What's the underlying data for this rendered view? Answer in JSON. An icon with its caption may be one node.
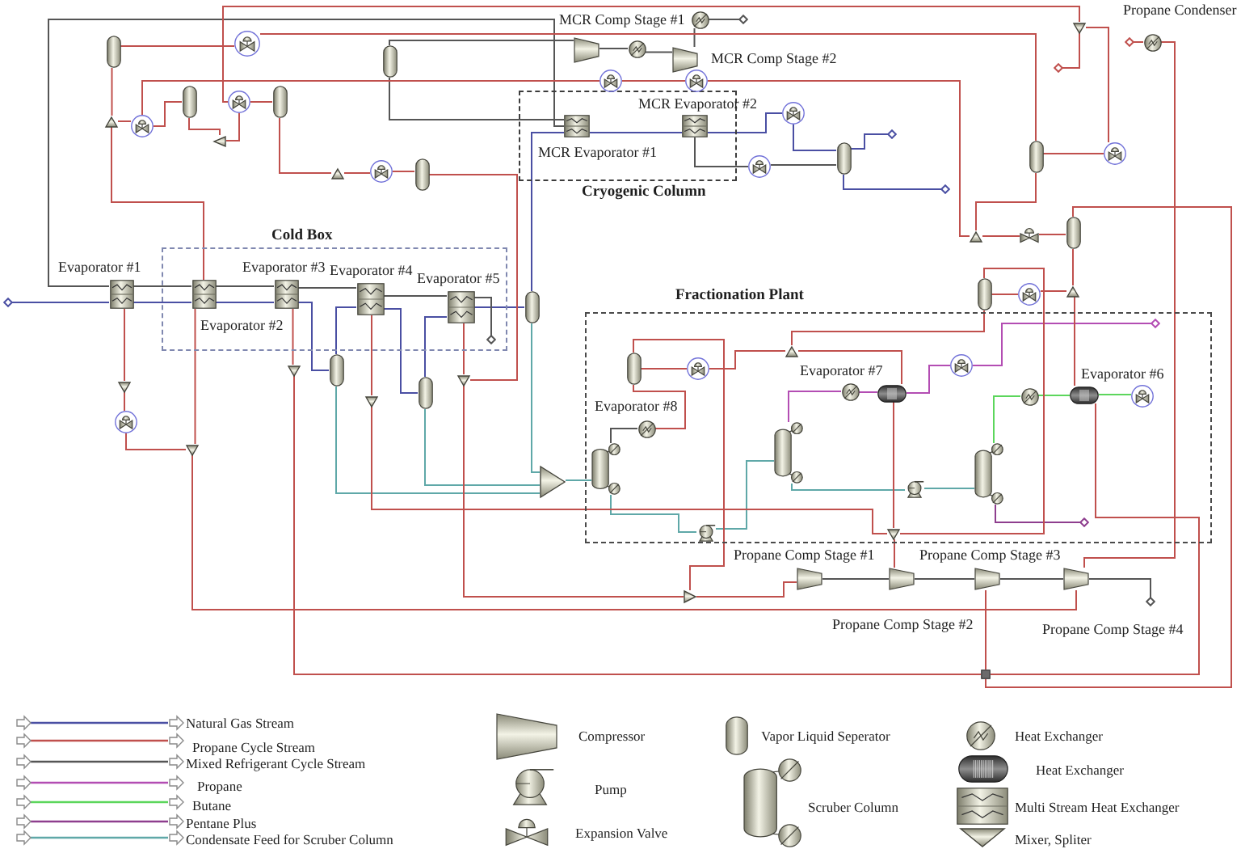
{
  "diagram": {
    "nodes": [
      {
        "text": [],
        "shape": "cylinder"
      },
      {
        "text": [],
        "shape": "valve"
      },
      {
        "text": [],
        "shape": "compressor",
        "beside": [
          "MCR Comp Stage #1"
        ]
      },
      {
        "text": [],
        "shape": "circle"
      },
      {
        "text": [],
        "shape": "circle"
      },
      {
        "text": [],
        "shape": "compressor",
        "beside": [
          "MCR Comp Stage #2"
        ]
      },
      {
        "text": [],
        "shape": "triangle"
      },
      {
        "text": [],
        "shape": "circle",
        "beside": [
          "Propane Condenser"
        ]
      },
      {
        "text": [],
        "shape": "cylinder"
      },
      {
        "text": [
          "Cryogenic Column"
        ]
      },
      {
        "text": [],
        "shape": "exchanger",
        "in": 9,
        "beside": [
          "MCR Evaporator #1"
        ]
      },
      {
        "text": [],
        "shape": "exchanger",
        "in": 9,
        "beside": [
          "MCR Evaporator #2"
        ]
      },
      {
        "text": [],
        "shape": "valve"
      },
      {
        "text": [],
        "shape": "valve"
      },
      {
        "text": [],
        "shape": "cylinder"
      },
      {
        "text": [],
        "shape": "valve"
      },
      {
        "text": [],
        "shape": "cylinder"
      },
      {
        "text": [],
        "shape": "valve"
      },
      {
        "text": [],
        "shape": "triangle"
      },
      {
        "text": [],
        "shape": "valve"
      },
      {
        "text": [],
        "shape": "triangle"
      },
      {
        "text": [],
        "shape": "cylinder"
      },
      {
        "text": [],
        "shape": "valve"
      },
      {
        "text": [],
        "shape": "cylinder"
      },
      {
        "text": [],
        "shape": "valve"
      },
      {
        "text": [],
        "shape": "triangle"
      },
      {
        "text": [],
        "shape": "valve"
      },
      {
        "text": [],
        "shape": "cylinder"
      },
      {
        "text": [],
        "shape": "triangle"
      },
      {
        "text": [],
        "shape": "valve"
      },
      {
        "text": [],
        "shape": "cylinder"
      },
      {
        "text": [
          "Cold Box"
        ]
      },
      {
        "text": [],
        "shape": "exchanger",
        "beside": [
          "Evaporator #1"
        ]
      },
      {
        "text": [],
        "shape": "exchanger",
        "in": 31,
        "beside": [
          "Evaporator #2"
        ]
      },
      {
        "text": [],
        "shape": "exchanger",
        "in": 31,
        "beside": [
          "Evaporator #3"
        ]
      },
      {
        "text": [],
        "shape": "exchanger",
        "in": 31,
        "beside": [
          "Evaporator #4"
        ]
      },
      {
        "text": [],
        "shape": "exchanger",
        "in": 31,
        "beside": [
          "Evaporator #5"
        ]
      },
      {
        "text": [],
        "shape": "cylinder"
      },
      {
        "text": [],
        "shape": "valve"
      },
      {
        "text": [],
        "shape": "triangle"
      },
      {
        "text": [],
        "shape": "cylinder"
      },
      {
        "text": [
          "Fractionation Plant"
        ]
      },
      {
        "text": [],
        "shape": "cylinder",
        "in": 41
      },
      {
        "text": [],
        "shape": "valve",
        "in": 41
      },
      {
        "text": [],
        "shape": "triangle",
        "in": 41
      },
      {
        "text": [],
        "shape": "circle",
        "in": 41,
        "beside": [
          "Evaporator #8"
        ]
      },
      {
        "text": [],
        "shape": "circle",
        "in": 41
      },
      {
        "text": [],
        "shape": "drum",
        "in": 41,
        "beside": [
          "Evaporator #7"
        ]
      },
      {
        "text": [],
        "shape": "valve",
        "in": 41
      },
      {
        "text": [],
        "shape": "circle",
        "in": 41
      },
      {
        "text": [],
        "shape": "drum",
        "in": 41,
        "beside": [
          "Evaporator #6"
        ]
      },
      {
        "text": [],
        "shape": "valve",
        "in": 41
      },
      {
        "text": [],
        "shape": "column",
        "in": 41
      },
      {
        "text": [],
        "shape": "column",
        "in": 41
      },
      {
        "text": [],
        "shape": "pump",
        "in": 41
      },
      {
        "text": [],
        "shape": "column",
        "in": 41
      },
      {
        "text": [],
        "shape": "pump",
        "in": 41
      },
      {
        "text": [],
        "shape": "triangle",
        "in": 41
      },
      {
        "text": [],
        "shape": "triangle"
      },
      {
        "text": [],
        "shape": "triangle"
      },
      {
        "text": [],
        "shape": "cylinder"
      },
      {
        "text": [],
        "shape": "triangle"
      },
      {
        "text": [],
        "shape": "cylinder"
      },
      {
        "text": [],
        "shape": "triangle"
      },
      {
        "text": [],
        "shape": "valve"
      },
      {
        "text": [],
        "shape": "triangle"
      },
      {
        "text": [],
        "shape": "triangle"
      },
      {
        "text": [],
        "shape": "compressor",
        "beside": [
          "Propane Comp Stage #1"
        ]
      },
      {
        "text": [],
        "shape": "compressor",
        "beside": [
          "Propane Comp Stage #2"
        ]
      },
      {
        "text": [],
        "shape": "compressor",
        "beside": [
          "Propane Comp Stage #3"
        ]
      },
      {
        "text": [],
        "shape": "compressor",
        "beside": [
          "Propane Comp Stage #4"
        ]
      },
      {
        "text": [],
        "shape": "triangle"
      },
      {
        "text": [],
        "shape": "box"
      }
    ],
    "edges": [
      {
        "from": null,
        "to": 32,
        "arrow": "other",
        "color": "#4a4fa3"
      },
      {
        "from": 32,
        "to": 33,
        "arrow": "none",
        "color": "#4a4fa3"
      },
      {
        "from": 33,
        "to": 34,
        "arrow": "none",
        "color": "#4a4fa3"
      },
      {
        "from": 34,
        "to": 60,
        "arrow": "none",
        "color": "#4a4fa3"
      },
      {
        "from": 60,
        "to": 35,
        "arrow": "none",
        "color": "#4a4fa3"
      },
      {
        "from": 35,
        "to": 62,
        "arrow": "none",
        "color": "#4a4fa3"
      },
      {
        "from": 62,
        "to": 36,
        "arrow": "none",
        "color": "#4a4fa3"
      },
      {
        "from": 36,
        "to": 40,
        "arrow": "none",
        "color": "#4a4fa3"
      },
      {
        "from": 40,
        "to": 10,
        "arrow": "none",
        "color": "#4a4fa3"
      },
      {
        "from": 10,
        "to": 11,
        "arrow": "none",
        "color": "#4a4fa3"
      },
      {
        "from": 11,
        "to": 17,
        "arrow": "none",
        "color": "#4a4fa3"
      },
      {
        "from": 17,
        "to": 23,
        "arrow": "none",
        "color": "#4a4fa3"
      },
      {
        "from": 23,
        "to": null,
        "arrow": "other",
        "color": "#4a4fa3"
      },
      {
        "from": 23,
        "to": null,
        "arrow": "other",
        "color": "#4a4fa3"
      },
      {
        "from": 32,
        "to": 33,
        "arrow": "none",
        "color": "#555555"
      },
      {
        "from": 33,
        "to": 34,
        "arrow": "none",
        "color": "#555555"
      },
      {
        "from": 34,
        "to": 35,
        "arrow": "none",
        "color": "#555555"
      },
      {
        "from": 35,
        "to": 36,
        "arrow": "none",
        "color": "#555555"
      },
      {
        "from": 36,
        "to": null,
        "arrow": "other",
        "color": "#555555"
      },
      {
        "from": 10,
        "to": 32,
        "arrow": "none",
        "color": "#555555"
      },
      {
        "from": 10,
        "to": 8,
        "arrow": "none",
        "color": "#555555"
      },
      {
        "from": 8,
        "to": 2,
        "arrow": "none",
        "color": "#555555"
      },
      {
        "from": 2,
        "to": 4,
        "arrow": "none",
        "color": "#555555"
      },
      {
        "from": 4,
        "to": 5,
        "arrow": "none",
        "color": "#555555"
      },
      {
        "from": 5,
        "to": 3,
        "arrow": "none",
        "color": "#555555"
      },
      {
        "from": 3,
        "to": null,
        "arrow": "other",
        "color": "#555555"
      },
      {
        "from": 11,
        "to": 24,
        "arrow": "none",
        "color": "#555555"
      },
      {
        "from": 24,
        "to": 23,
        "arrow": "none",
        "color": "#555555"
      },
      {
        "from": 52,
        "to": 45,
        "arrow": "none",
        "color": "#555555"
      },
      {
        "from": 67,
        "to": 68,
        "arrow": "none",
        "color": "#555555"
      },
      {
        "from": 68,
        "to": 69,
        "arrow": "none",
        "color": "#555555"
      },
      {
        "from": 69,
        "to": 70,
        "arrow": "none",
        "color": "#555555"
      },
      {
        "from": 70,
        "to": null,
        "arrow": "other",
        "color": "#555555"
      },
      {
        "from": 60,
        "to": 66,
        "arrow": "none",
        "color": "#5fa8a8"
      },
      {
        "from": 62,
        "to": 66,
        "arrow": "none",
        "color": "#5fa8a8"
      },
      {
        "from": 40,
        "to": 66,
        "arrow": "none",
        "color": "#5fa8a8"
      },
      {
        "from": 66,
        "to": 52,
        "arrow": "none",
        "color": "#5fa8a8"
      },
      {
        "from": 52,
        "to": 56,
        "arrow": "none",
        "color": "#5fa8a8"
      },
      {
        "from": 56,
        "to": 53,
        "arrow": "none",
        "color": "#5fa8a8"
      },
      {
        "from": 53,
        "to": 54,
        "arrow": "none",
        "color": "#5fa8a8"
      },
      {
        "from": 54,
        "to": 55,
        "arrow": "none",
        "color": "#5fa8a8"
      },
      {
        "from": 53,
        "to": 46,
        "arrow": "none",
        "color": "#b34db3"
      },
      {
        "from": 46,
        "to": 47,
        "arrow": "none",
        "color": "#b34db3"
      },
      {
        "from": 47,
        "to": 48,
        "arrow": "none",
        "color": "#b34db3"
      },
      {
        "from": 48,
        "to": null,
        "arrow": "other",
        "color": "#b34db3"
      },
      {
        "from": 55,
        "to": 49,
        "arrow": "none",
        "color": "#5cd65c"
      },
      {
        "from": 49,
        "to": 50,
        "arrow": "none",
        "color": "#5cd65c"
      },
      {
        "from": 50,
        "to": 51,
        "arrow": "none",
        "color": "#5cd65c"
      },
      {
        "from": 55,
        "to": null,
        "arrow": "other",
        "color": "#8e3e8e"
      },
      {
        "from": 0,
        "to": 1,
        "arrow": "none"
      },
      {
        "from": 1,
        "to": 21,
        "arrow": "none"
      },
      {
        "from": 0,
        "to": 18,
        "arrow": "none"
      },
      {
        "from": 18,
        "to": 19,
        "arrow": "none"
      },
      {
        "from": 18,
        "to": 33,
        "arrow": "none"
      },
      {
        "from": 19,
        "to": 14,
        "arrow": "none"
      },
      {
        "from": 13,
        "to": 19,
        "arrow": "none"
      },
      {
        "from": 12,
        "to": 13,
        "arrow": "none"
      },
      {
        "from": 28,
        "to": 12,
        "arrow": "none"
      },
      {
        "from": 14,
        "to": 20,
        "arrow": "none"
      },
      {
        "from": 20,
        "to": 15,
        "arrow": "none"
      },
      {
        "from": 6,
        "to": 15,
        "arrow": "none"
      },
      {
        "from": 15,
        "to": 16,
        "arrow": "none"
      },
      {
        "from": 16,
        "to": 25,
        "arrow": "none"
      },
      {
        "from": 25,
        "to": 26,
        "arrow": "none"
      },
      {
        "from": 26,
        "to": 27,
        "arrow": "none"
      },
      {
        "from": 27,
        "to": 61,
        "arrow": "none"
      },
      {
        "from": 21,
        "to": 22,
        "arrow": "none"
      },
      {
        "from": 22,
        "to": 6,
        "arrow": "none"
      },
      {
        "from": 6,
        "to": null,
        "arrow": "other"
      },
      {
        "from": 21,
        "to": 28,
        "arrow": "none"
      },
      {
        "from": 28,
        "to": 29,
        "arrow": "none"
      },
      {
        "from": 29,
        "to": 30,
        "arrow": "none"
      },
      {
        "from": 30,
        "to": 72,
        "arrow": "none"
      },
      {
        "from": 30,
        "to": 39,
        "arrow": "none"
      },
      {
        "from": 37,
        "to": 38,
        "arrow": "none"
      },
      {
        "from": 38,
        "to": 39,
        "arrow": "none"
      },
      {
        "from": 39,
        "to": 50,
        "arrow": "none"
      },
      {
        "from": 50,
        "to": 72,
        "arrow": "none"
      },
      {
        "from": 37,
        "to": 57,
        "arrow": "none"
      },
      {
        "from": 37,
        "to": 44,
        "arrow": "none"
      },
      {
        "from": 44,
        "to": 43,
        "arrow": "none"
      },
      {
        "from": 44,
        "to": 47,
        "arrow": "none"
      },
      {
        "from": 43,
        "to": 42,
        "arrow": "none"
      },
      {
        "from": 42,
        "to": 45,
        "arrow": "none"
      },
      {
        "from": 42,
        "to": 71,
        "arrow": "none"
      },
      {
        "from": 47,
        "to": 57,
        "arrow": "none"
      },
      {
        "from": 57,
        "to": 68,
        "arrow": "none"
      },
      {
        "from": 71,
        "to": 67,
        "arrow": "none"
      },
      {
        "from": 72,
        "to": 69,
        "arrow": "none"
      },
      {
        "from": 65,
        "to": 70,
        "arrow": "none"
      },
      {
        "from": 70,
        "to": 7,
        "arrow": "none"
      },
      {
        "from": 7,
        "to": null,
        "arrow": "other"
      },
      {
        "from": 32,
        "to": 58,
        "arrow": "none"
      },
      {
        "from": 58,
        "to": 64,
        "arrow": "none"
      },
      {
        "from": 64,
        "to": 65,
        "arrow": "none"
      },
      {
        "from": 33,
        "to": 65,
        "arrow": "none"
      },
      {
        "from": 34,
        "to": 59,
        "arrow": "none"
      },
      {
        "from": 35,
        "to": 63,
        "arrow": "none"
      },
      {
        "from": 36,
        "to": 61,
        "arrow": "none"
      },
      {
        "from": 59,
        "to": 72,
        "arrow": "none"
      },
      {
        "from": 63,
        "to": 57,
        "arrow": "none"
      },
      {
        "from": 61,
        "to": 71,
        "arrow": "none"
      }
    ],
    "legend": [
      {
        "text": "Natural Gas Stream",
        "color": "#4a4fa3"
      },
      {
        "text": "Propane Cycle Stream",
        "color": "#c0504d"
      },
      {
        "text": "Mixed Refrigerant Cycle Stream",
        "color": "#555555"
      },
      {
        "text": "Propane",
        "color": "#b34db3"
      },
      {
        "text": "Butane",
        "color": "#5cd65c"
      },
      {
        "text": "Pentane Plus",
        "color": "#8e3e8e"
      },
      {
        "text": "Condensate Feed for Scruber Column",
        "color": "#5fa8a8"
      },
      {
        "text": "Compressor"
      },
      {
        "text": "Pump"
      },
      {
        "text": "Expansion Valve"
      },
      {
        "text": "Vapor Liquid Seperator"
      },
      {
        "text": "Scruber Column"
      },
      {
        "text": "Heat Exchanger"
      },
      {
        "text": "Heat Exchanger"
      },
      {
        "text": "Multi Stream Heat Exchanger"
      },
      {
        "text": "Mixer, Spliter"
      }
    ]
  }
}
